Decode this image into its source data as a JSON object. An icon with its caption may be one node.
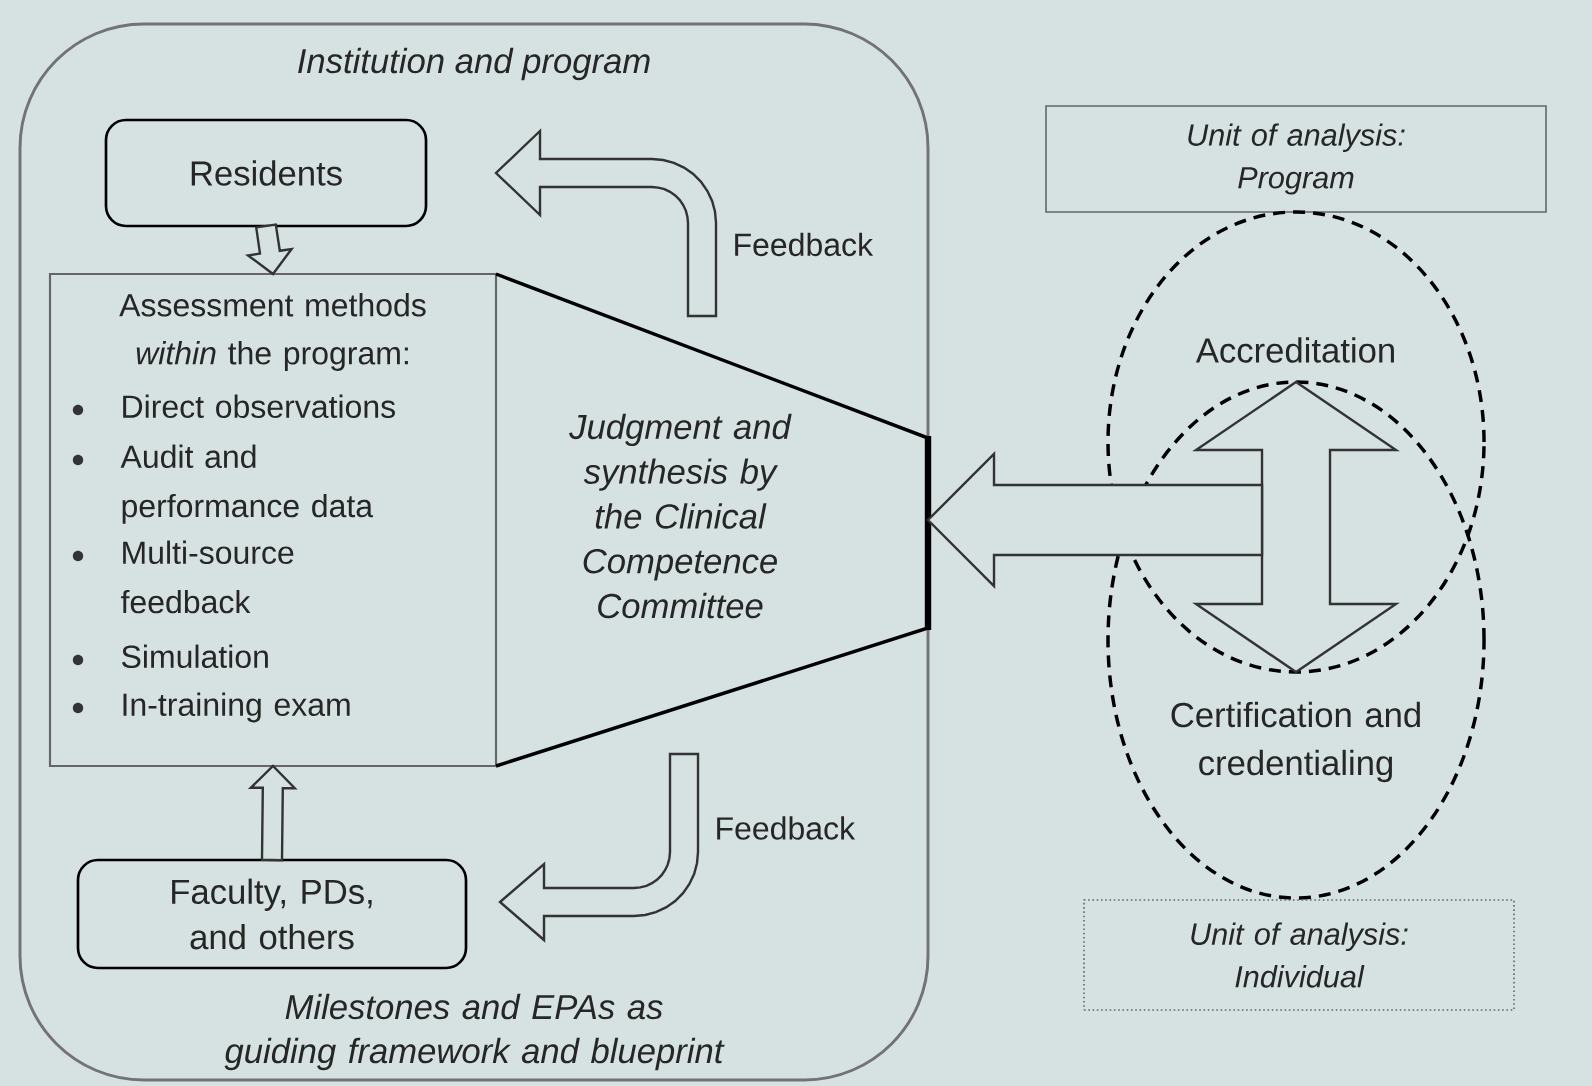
{
  "diagram": {
    "nodes": [
      {
        "text": [
          "Institution and program",
          "Milestones and EPAs as guiding framework and blueprint"
        ]
      },
      {
        "text": [
          "Residents"
        ],
        "in": 0
      },
      {
        "text": [
          "Assessment methods *within* the program:",
          "Direct observations",
          "Audit and performance data",
          "Multi-source feedback",
          "Simulation",
          "In-training exam"
        ],
        "in": 0
      },
      {
        "text": [
          "Judgment and synthesis by the Clinical Competence Committee"
        ],
        "in": 0
      },
      {
        "text": [
          "Faculty, PDs, and others"
        ],
        "in": 0
      },
      {
        "text": [
          "Unit of analysis: Program"
        ]
      },
      {
        "text": [
          "Accreditation"
        ]
      },
      {
        "text": [
          "Certification and credentialing"
        ]
      },
      {
        "text": [
          "Unit of analysis: Individual"
        ]
      }
    ],
    "edges": [
      {
        "from": 1,
        "to": 2,
        "arrow": "to"
      },
      {
        "from": 4,
        "to": 2,
        "arrow": "to"
      },
      {
        "from": 3,
        "to": 1,
        "arrow": "to",
        "label": "Feedback"
      },
      {
        "from": 3,
        "to": 4,
        "arrow": "to",
        "label": "Feedback"
      },
      {
        "from": 7,
        "to": 6,
        "arrow": "both"
      },
      {
        "from": 6,
        "to": 3,
        "arrow": "to"
      },
      {
        "from": 7,
        "to": 3,
        "arrow": "to"
      }
    ]
  }
}
